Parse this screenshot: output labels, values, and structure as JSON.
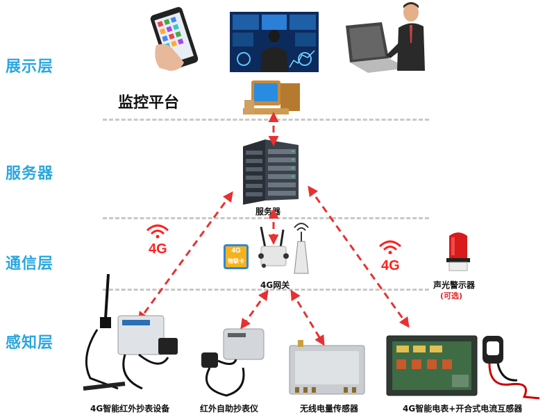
{
  "layers": {
    "display": "展示层",
    "server": "服务器",
    "comm": "通信层",
    "sensing": "感知层"
  },
  "platform_label": "监控平台",
  "server_caption": "服务器",
  "gateway_caption": "4G网关",
  "sim_label_top": "4G",
  "sim_label_bottom": "物联卡",
  "signal_left": "4G",
  "signal_right": "4G",
  "alarm_caption": "声光警示器",
  "alarm_optional": "(可选)",
  "devices": {
    "d1": "4G智能红外抄表设备",
    "d2": "红外自助抄表仪",
    "d3": "无线电量传感器",
    "d4": "4G智能电表+开合式电流互感器"
  },
  "colors": {
    "layer_text": "#2aa7e0",
    "arrow": "#e83030",
    "signal": "#ff2020"
  }
}
